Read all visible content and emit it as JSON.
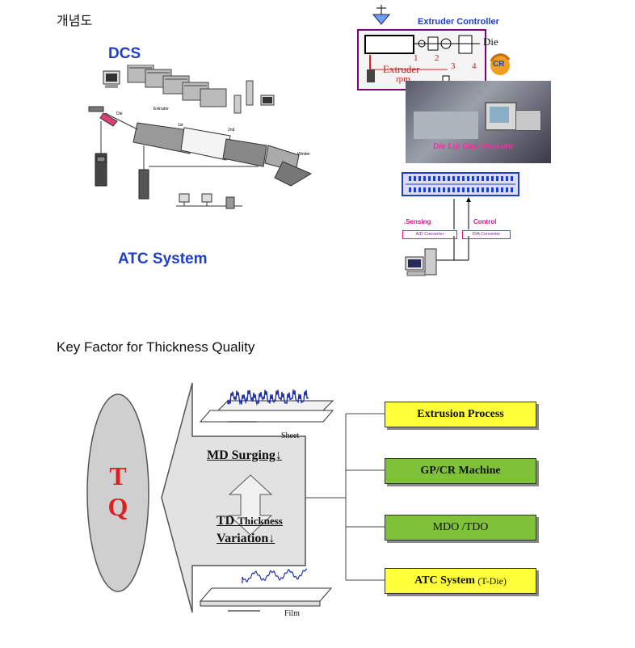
{
  "concept": {
    "title": "개념도",
    "dcs_label": "DCS",
    "atc_label": "ATC System",
    "line_labels": [
      "Extruder",
      "Die",
      "1st",
      "2nd",
      "Winder"
    ]
  },
  "controller": {
    "title": "Extruder Controller",
    "die_label": "Die",
    "cr_label": "CR",
    "extruder_label": "Extruder",
    "rpm_label": "rpm",
    "numbers": [
      "1",
      "2",
      "3",
      "4"
    ],
    "photo_caption": "Die Lip Gap Measure",
    "sensing_label": ".Sensing",
    "control_label": "Control",
    "ad_label": "A/D Converter",
    "da_label": "D/A Converter"
  },
  "key_factor": {
    "title": "Key Factor for Thickness Quality",
    "tq_label": "T\nQ",
    "sheet_label": "Sheet",
    "film_label": "Film",
    "md_surging": "MD Surging↓",
    "td_label": "TD",
    "thickness_label": "Thickness",
    "variation": "Variation↓",
    "factors": [
      {
        "label": "Extrusion Process",
        "color": "#ffff3a"
      },
      {
        "label": "GP/CR Machine",
        "color": "#7fc23a"
      },
      {
        "label": "MDO /TDO",
        "color": "#7fc23a"
      },
      {
        "label": "ATC System",
        "suffix": "(T-Die)",
        "color": "#ffff3a"
      }
    ]
  },
  "colors": {
    "blue_label": "#1f3fc8",
    "magenta_label": "#e0108a",
    "controller_border": "#800080",
    "ellipse_text": "#e02020"
  }
}
